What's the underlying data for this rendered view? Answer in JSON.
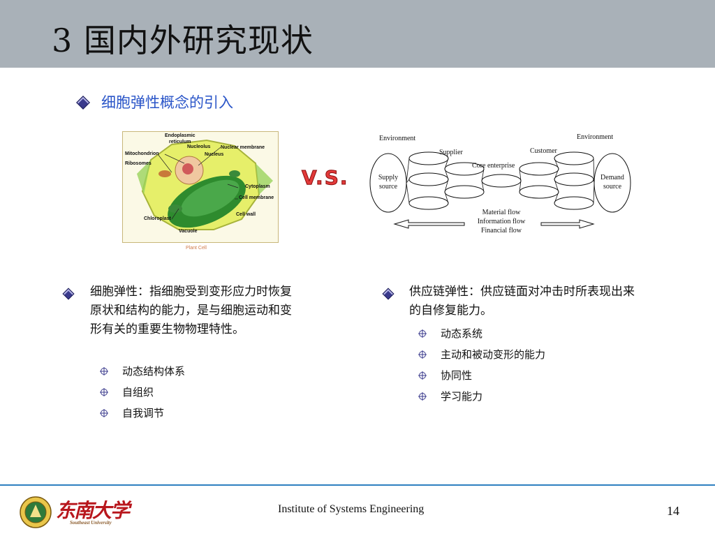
{
  "slide": {
    "title": "3  国内外研究现状",
    "subtitle": "细胞弹性概念的引入",
    "vs": "V.S.",
    "cell_figure": {
      "labels": {
        "endoplasmic": "Endoplasmic",
        "reticulum": "reticulum",
        "nucleolus": "Nucleolus",
        "nuclear_membrane": "Nuclear membrane",
        "mitochondrion": "Mitochondrion",
        "nucleus": "Nucleus",
        "ribosomes": "Ribosomes",
        "cytoplasm": "Cytoplasm",
        "cell_membrane": "Cell membrane",
        "cell_wall": "Cell wall",
        "chloroplast": "Chloroplast",
        "vacuole": "Vacuole"
      },
      "caption": "Plant Cell"
    },
    "supply_chain_figure": {
      "environment_left": "Environment",
      "environment_right": "Environment",
      "supplier": "Supplier",
      "customer": "Customer",
      "core_enterprise": "Core enterprise",
      "supply_source_1": "Supply",
      "supply_source_2": "source",
      "demand_source_1": "Demand",
      "demand_source_2": "source",
      "flow_1": "Material flow",
      "flow_2": "Information flow",
      "flow_3": "Financial flow"
    },
    "left_column": {
      "text": "细胞弹性：指细胞受到变形应力时恢复原状和结构的能力，是与细胞运动和变形有关的重要生物物理特性。",
      "items": [
        "动态结构体系",
        "自组织",
        "自我调节"
      ]
    },
    "right_column": {
      "text": "供应链弹性：供应链面对冲击时所表现出来的自修复能力。",
      "items": [
        "动态系统",
        "主动和被动变形的能力",
        "协同性",
        "学习能力"
      ]
    },
    "footer": {
      "institute": "Institute of Systems Engineering",
      "page_number": "14",
      "logo_text": "东南大学",
      "logo_english": "Southeast University"
    }
  },
  "colors": {
    "header_band": "#a9b1b8",
    "subtitle": "#2a55c8",
    "vs": "#e23a3a",
    "footer_line": "#2e7fc0"
  }
}
